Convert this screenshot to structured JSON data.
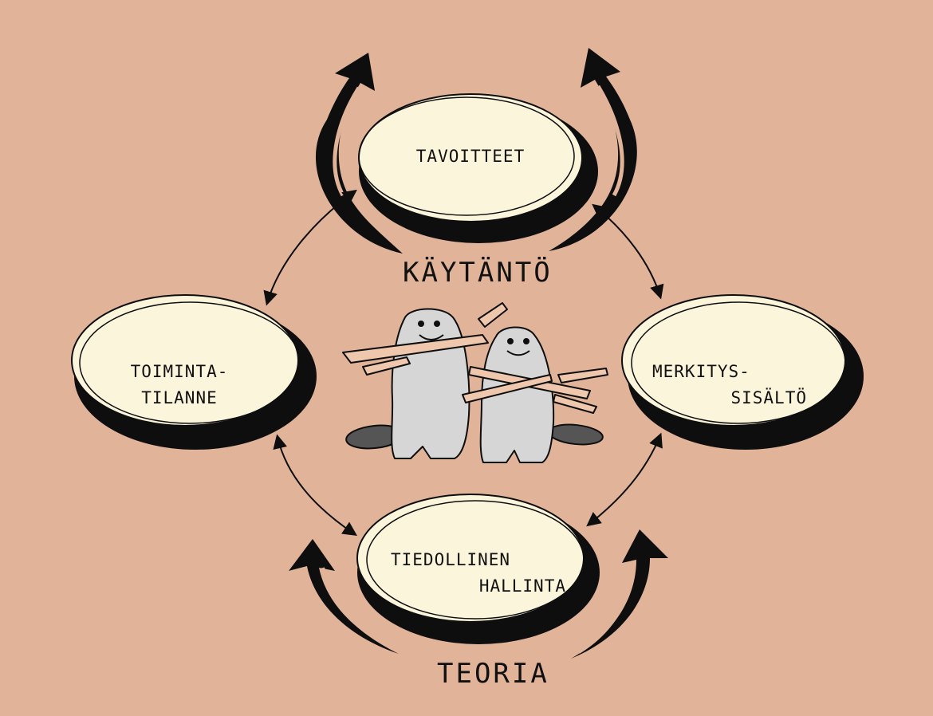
{
  "nodes": {
    "top": {
      "lines": [
        "TAVOITTEET"
      ]
    },
    "left": {
      "lines": [
        "TOIMINTA-",
        "TILANNE"
      ]
    },
    "right": {
      "lines": [
        "MERKITYS-",
        "SISÄLTÖ"
      ]
    },
    "bottom": {
      "lines": [
        "TIEDOLLINEN",
        "HALLINTA"
      ]
    }
  },
  "labels": {
    "top": "KÄYTÄNTÖ",
    "bottom": "TEORIA"
  },
  "illustration": {
    "icon": "beavers-carrying-branches-icon"
  },
  "colors": {
    "background": "#e1b49a",
    "ellipse_fill": "#fbf5dc",
    "ink": "#0e0e0e",
    "beaver_fill": "#d6d6d6",
    "branch_fill": "#efc7ad"
  }
}
